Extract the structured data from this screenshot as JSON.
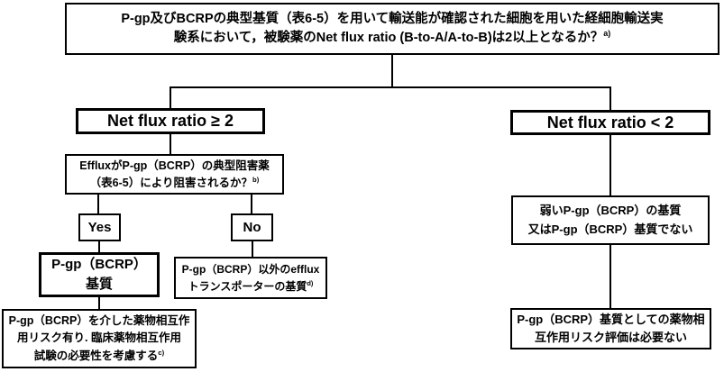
{
  "flowchart": {
    "root": {
      "lines": [
        "P-gp及びBCRPの典型基質（表6-5）を用いて輸送能が確認された細胞を用いた経細胞輸送実",
        "験系において，被験薬のNet flux ratio (B-to-A/A-to-B)は2以上となるか？"
      ],
      "sup": "a)"
    },
    "left": {
      "header": "Net flux ratio ≥ 2",
      "efflux_question": {
        "lines": [
          "EffluxがP-gp（BCRP）の典型阻害薬",
          "（表6-5）により阻害されるか？"
        ],
        "sup": "b)"
      },
      "yes_label": "Yes",
      "no_label": "No",
      "substrate": {
        "lines": [
          "P-gp（BCRP）",
          "基質"
        ]
      },
      "other_efflux": {
        "lines": [
          "P-gp（BCRP）以外のefflux",
          "トランスポーターの基質"
        ],
        "sup": "d)"
      },
      "risk": {
        "lines": [
          "P-gp（BCRP）を介した薬物相互作",
          "用リスク有り. 臨床薬物相互作用",
          "試験の必要性を考慮する"
        ],
        "sup": "c)"
      }
    },
    "right": {
      "header": "Net flux ratio < 2",
      "weak_substrate": {
        "lines": [
          "弱いP-gp（BCRP）の基質",
          "又はP-gp（BCRP）基質でない"
        ]
      },
      "no_risk": {
        "lines": [
          "P-gp（BCRP）基質としての薬物相",
          "互作用リスク評価は必要ない"
        ]
      }
    }
  }
}
